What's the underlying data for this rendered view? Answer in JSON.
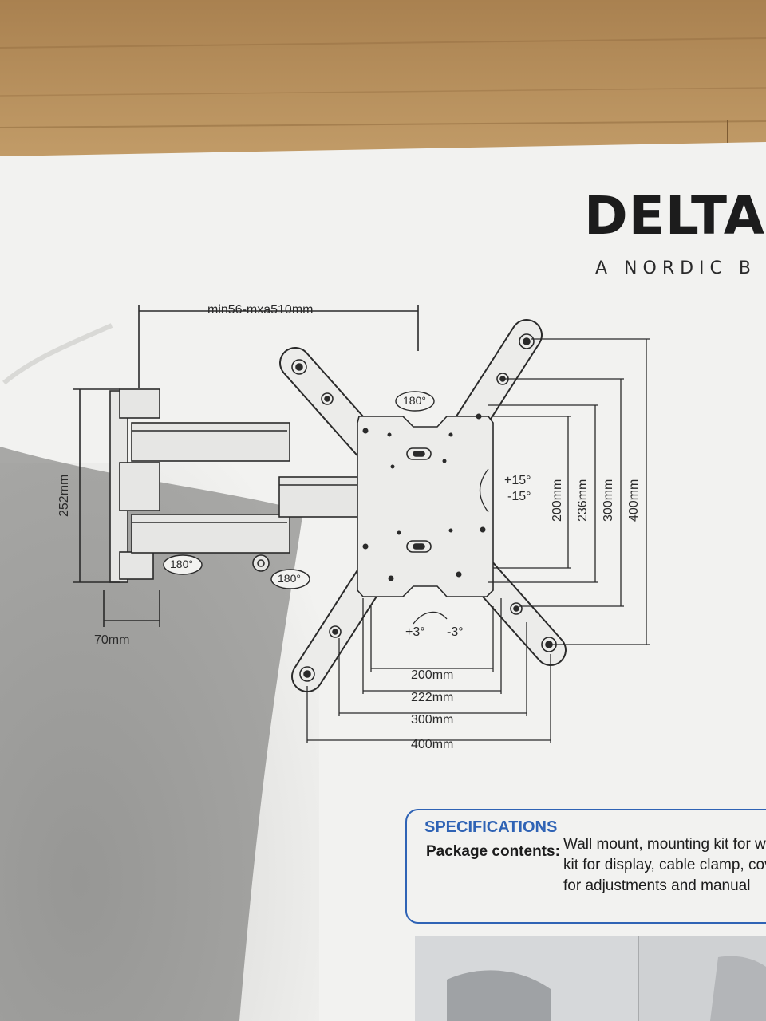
{
  "brand": {
    "name": "DELTAC",
    "tagline": "A NORDIC B"
  },
  "diagram": {
    "arm_extension": "min56-mxa510mm",
    "arm_height": "252mm",
    "wall_depth": "70mm",
    "swivel_top": "180°",
    "swivel_left": "180°",
    "swivel_right": "180°",
    "tilt_up": "+15°",
    "tilt_down": "-15°",
    "roll_left": "+3°",
    "roll_right": "-3°",
    "vesa_widths": [
      "200mm",
      "222mm",
      "300mm",
      "400mm"
    ],
    "vesa_heights": [
      "200mm",
      "236mm",
      "300mm",
      "400mm"
    ]
  },
  "specifications": {
    "title": "SPECIFICATIONS",
    "package_label": "Package contents:",
    "package_lines": [
      "Wall mount, mounting kit for wall",
      "kit for display, cable clamp,  cove",
      "for adjustments and manual"
    ]
  },
  "colors": {
    "box_white": "#f2f2f0",
    "wood": "#b8925e",
    "line": "#2a2a2a",
    "accent_blue": "#2f63b5"
  }
}
